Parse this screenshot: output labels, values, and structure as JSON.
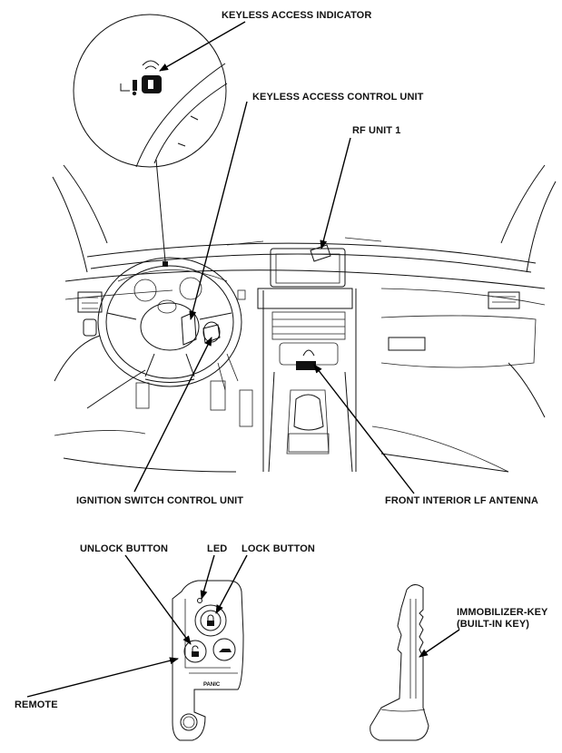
{
  "labels": {
    "keyless_access_indicator": "KEYLESS ACCESS INDICATOR",
    "keyless_access_control_unit": "KEYLESS ACCESS CONTROL UNIT",
    "rf_unit_1": "RF UNIT 1",
    "ignition_switch_control_unit": "IGNITION SWITCH CONTROL UNIT",
    "front_interior_lf_antenna": "FRONT INTERIOR LF ANTENNA",
    "unlock_button": "UNLOCK BUTTON",
    "led": "LED",
    "lock_button": "LOCK BUTTON",
    "immobilizer_key_line1": "IMMOBILIZER-KEY",
    "immobilizer_key_line2": "(BUILT-IN KEY)",
    "remote": "REMOTE",
    "panic": "PANIC"
  }
}
